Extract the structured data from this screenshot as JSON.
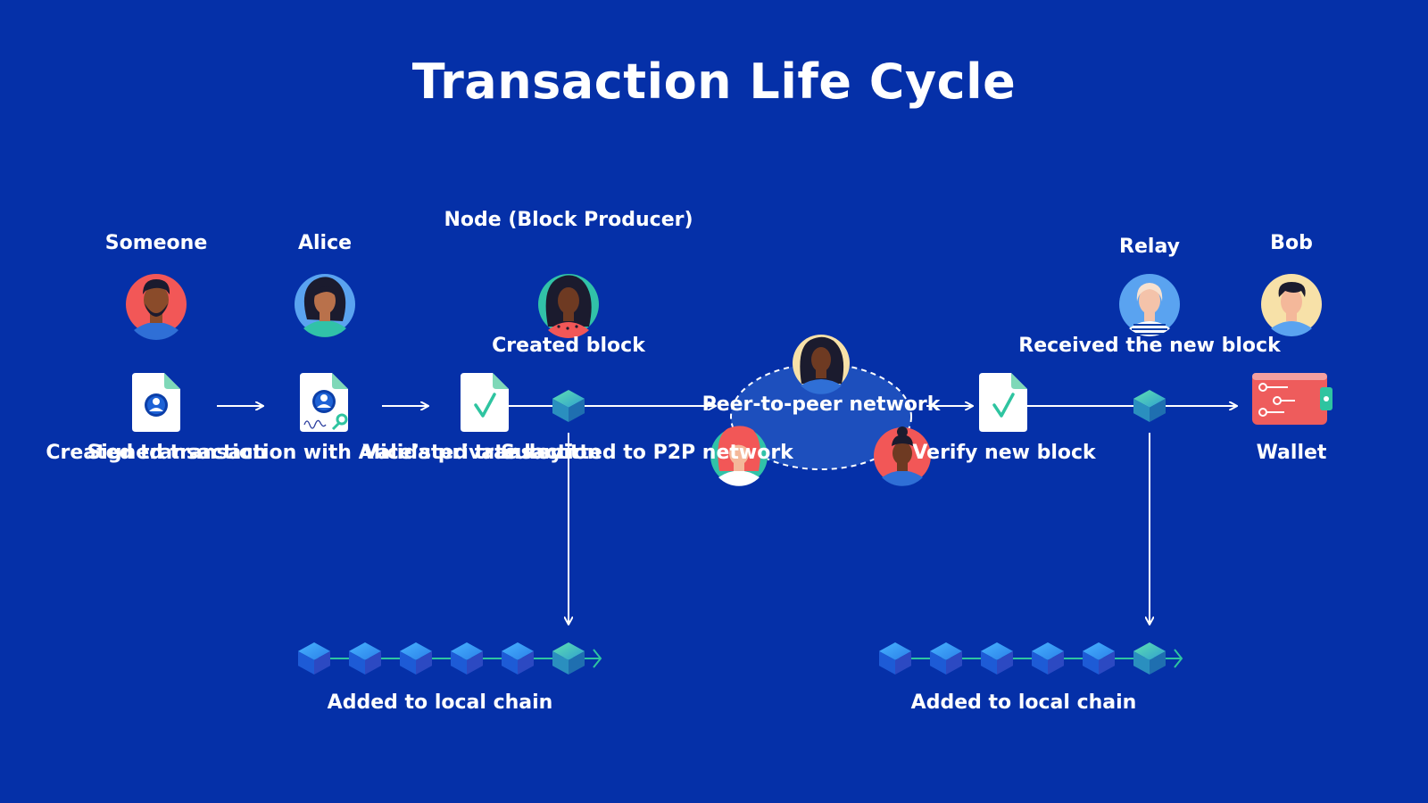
{
  "title": "Transaction Life Cycle",
  "colors": {
    "background": "#0530a8",
    "text": "#ffffff",
    "accent_green": "#2ec4a0",
    "avatar_red": "#f25757",
    "avatar_blue": "#5aa3f0",
    "avatar_teal": "#31c2a8",
    "avatar_cream": "#f7e1a8",
    "wallet_red": "#ee5c5c"
  },
  "actors": {
    "someone": "Someone",
    "alice": "Alice",
    "node": "Node\n(Block Producer)",
    "relay": "Relay",
    "bob": "Bob"
  },
  "steps": {
    "created_transaction": "Created\ntransaction",
    "signed_transaction": "Signed\ntransaction\nwith Alice’s\nprivate key",
    "validated_transaction": "Validated\ntransaction",
    "created_block": "Created\nblock",
    "submitted_p2p": "Submitted\nto P2P\nnetwork",
    "p2p_network": "Peer-to-peer\nnetwork",
    "verify_block": "Verify new\nblock",
    "received_block": "Received the\nnew block",
    "wallet": "Wallet"
  },
  "chains": {
    "left_label": "Added to local chain",
    "right_label": "Added to local chain",
    "blocks_per_chain": 6
  },
  "icons": {
    "someone_avatar": "person-avatar-icon",
    "alice_avatar": "person-avatar-icon",
    "node_avatar": "person-avatar-icon",
    "relay_avatar": "person-avatar-icon",
    "bob_avatar": "person-avatar-icon",
    "document": "document-icon",
    "signed_document": "signed-document-icon",
    "check_document": "check-document-icon",
    "block": "block-cube-icon",
    "wallet": "wallet-icon"
  }
}
